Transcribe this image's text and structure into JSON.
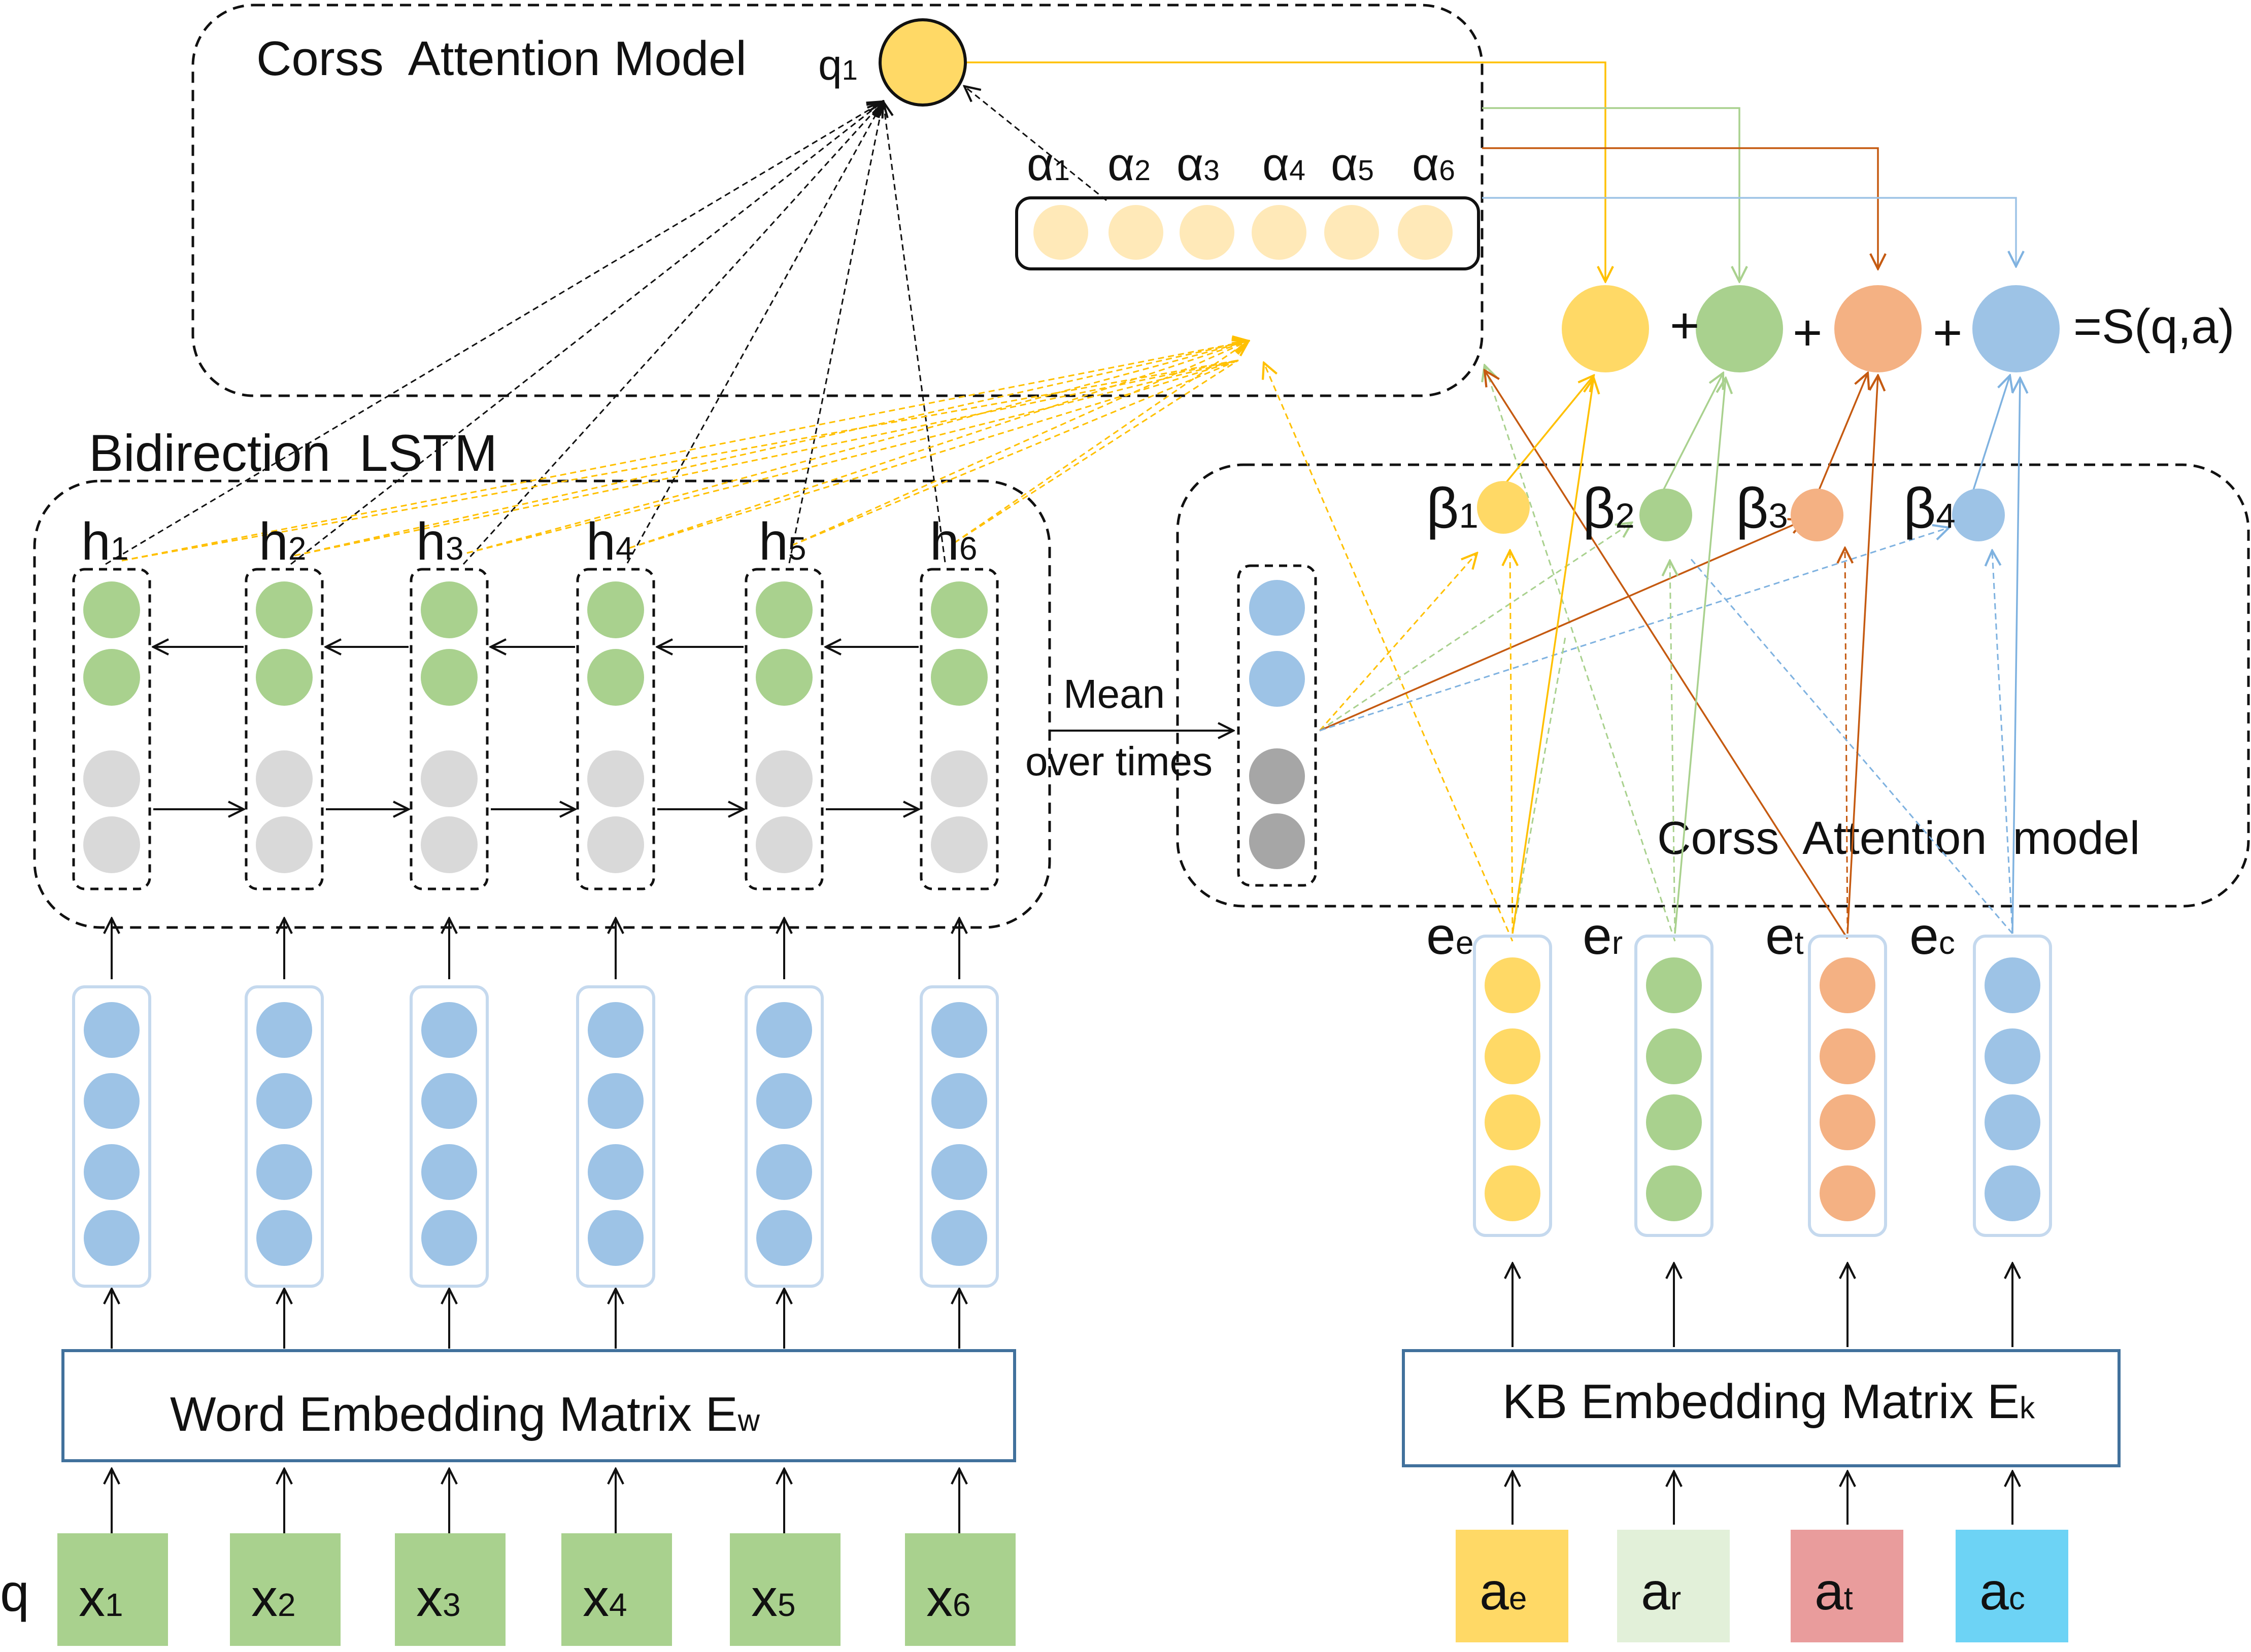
{
  "labels": {
    "top_attention_title": "Corss  Attention Model",
    "right_attention_title": "Corss  Attention  model",
    "lstm_title": "Bidirection  LSTM",
    "mean_label_1": "Mean",
    "mean_label_2": "over times",
    "q_label": "q",
    "q1_main": "q",
    "q1_sub": "1",
    "score_label": "=S(q,a)",
    "plus": "+"
  },
  "word_embedding": {
    "main": "Word Embedding Matrix E",
    "sub": "w"
  },
  "kb_embedding": {
    "main": "KB Embedding Matrix E",
    "sub": "k"
  },
  "inputs": [
    {
      "main": "x",
      "sub": "1"
    },
    {
      "main": "x",
      "sub": "2"
    },
    {
      "main": "x",
      "sub": "3"
    },
    {
      "main": "x",
      "sub": "4"
    },
    {
      "main": "x",
      "sub": "5"
    },
    {
      "main": "x",
      "sub": "6"
    }
  ],
  "hidden": [
    {
      "main": "h",
      "sub": "1"
    },
    {
      "main": "h",
      "sub": "2"
    },
    {
      "main": "h",
      "sub": "3"
    },
    {
      "main": "h",
      "sub": "4"
    },
    {
      "main": "h",
      "sub": "5"
    },
    {
      "main": "h",
      "sub": "6"
    }
  ],
  "alphas": [
    {
      "main": "α",
      "sub": "1"
    },
    {
      "main": "α",
      "sub": "2"
    },
    {
      "main": "α",
      "sub": "3"
    },
    {
      "main": "α",
      "sub": "4"
    },
    {
      "main": "α",
      "sub": "5"
    },
    {
      "main": "α",
      "sub": "6"
    }
  ],
  "betas": [
    {
      "main": "β",
      "sub": "1"
    },
    {
      "main": "β",
      "sub": "2"
    },
    {
      "main": "β",
      "sub": "3"
    },
    {
      "main": "β",
      "sub": "4"
    }
  ],
  "kb_vectors": [
    {
      "main": "e",
      "sub": "e"
    },
    {
      "main": "e",
      "sub": "r"
    },
    {
      "main": "e",
      "sub": "t"
    },
    {
      "main": "e",
      "sub": "c"
    }
  ],
  "kb_inputs": [
    {
      "main": "a",
      "sub": "e"
    },
    {
      "main": "a",
      "sub": "r"
    },
    {
      "main": "a",
      "sub": "t"
    },
    {
      "main": "a",
      "sub": "c"
    }
  ],
  "colors": {
    "yellow": "#FFD966",
    "green": "#A9D18E",
    "orange": "#F4B183",
    "blue": "#9DC3E6",
    "light_yellow": "#FFE9B8",
    "gray": "#D9D9D9",
    "dark_gray": "#A6A6A6",
    "input_green": "#A9D18E",
    "input_yellow": "#FFD966",
    "input_lightgreen": "#E2F0D9",
    "input_red": "#E99C9C",
    "input_cyan": "#6DD3F5",
    "frame_blue": "#C5D9EE",
    "box_border": "#41719C",
    "arrow_orange": "#C55A11"
  }
}
